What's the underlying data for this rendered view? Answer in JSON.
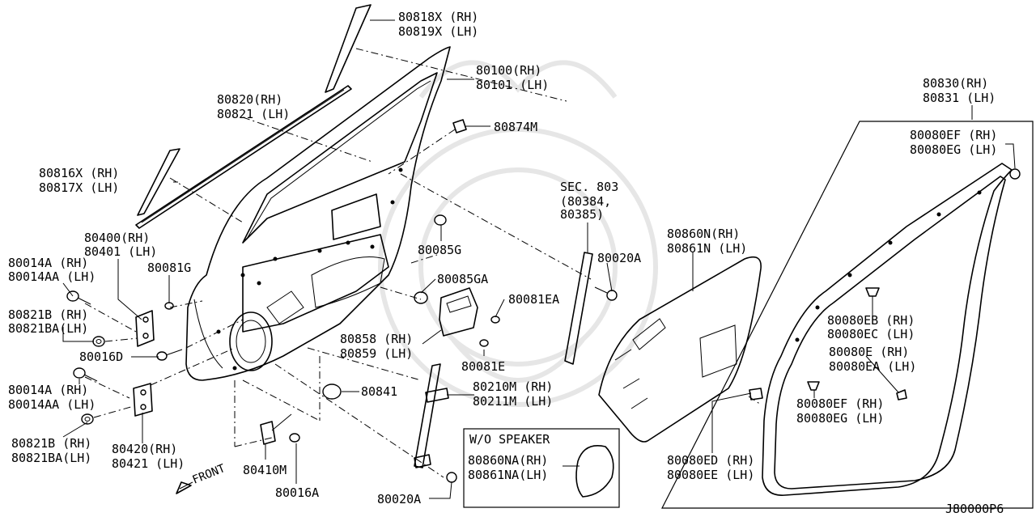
{
  "diagram_id": "J80000P6",
  "labels": {
    "l80818": [
      "80818X (RH)",
      "80819X (LH)"
    ],
    "l80100": [
      "80100(RH)",
      "80101 (LH)"
    ],
    "l80820": [
      "80820(RH)",
      "80821 (LH)"
    ],
    "l80874": [
      "80874M"
    ],
    "l80816": [
      "80816X (RH)",
      "80817X (LH)"
    ],
    "lsec803": [
      "SEC. 803",
      "(80384,",
      "80385)"
    ],
    "l80830": [
      "80830(RH)",
      "80831 (LH)"
    ],
    "l80080ef_top": [
      "80080EF (RH)",
      "80080EG (LH)"
    ],
    "l80400": [
      "80400(RH)",
      "80401 (LH)"
    ],
    "l80014a_top": [
      "80014A  (RH)",
      "80014AA (LH)"
    ],
    "l80081g": [
      "80081G"
    ],
    "l80085g": [
      "80085G"
    ],
    "l80020a_mid": [
      "80020A"
    ],
    "l80860n": [
      "80860N(RH)",
      "80861N (LH)"
    ],
    "l80085ga": [
      "80085GA"
    ],
    "l80081ea": [
      "80081EA"
    ],
    "l80821b_top": [
      "80821B  (RH)",
      "80821BA(LH)"
    ],
    "l80016d": [
      "80016D"
    ],
    "l80858": [
      "80858 (RH)",
      "80859 (LH)"
    ],
    "l80081e": [
      "80081E"
    ],
    "l80080eb": [
      "80080EB (RH)",
      "80080EC (LH)"
    ],
    "l80080e": [
      "80080E  (RH)",
      "80080EA (LH)"
    ],
    "l80014a_bot": [
      "80014A  (RH)",
      "80014AA (LH)"
    ],
    "l80841": [
      "80841"
    ],
    "l80210m": [
      "80210M (RH)",
      "80211M (LH)"
    ],
    "l80080ef_bot": [
      "80080EF (RH)",
      "80080EG (LH)"
    ],
    "l80821b_bot": [
      "80821B  (RH)",
      "80821BA(LH)"
    ],
    "l80420": [
      "80420(RH)",
      "80421 (LH)"
    ],
    "lwo_speaker": [
      "W/O SPEAKER"
    ],
    "l80860na": [
      "80860NA(RH)",
      "80861NA(LH)"
    ],
    "l80080ed": [
      "80080ED (RH)",
      "80080EE (LH)"
    ],
    "l80410m": [
      "80410M"
    ],
    "l80016a": [
      "80016A"
    ],
    "l80020a_bot": [
      "80020A"
    ],
    "front": [
      "FRONT"
    ]
  }
}
